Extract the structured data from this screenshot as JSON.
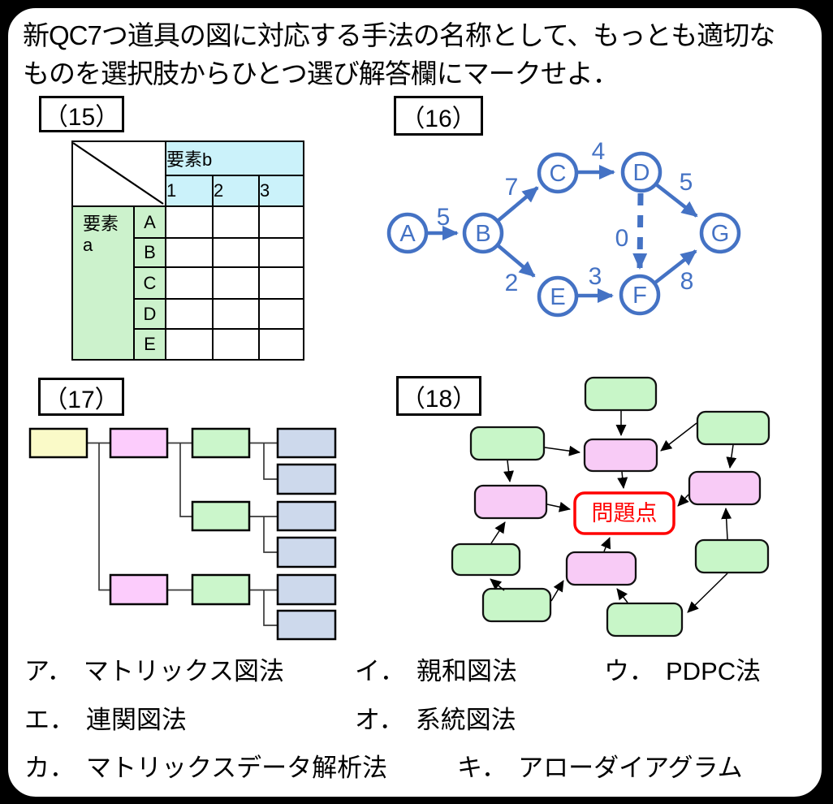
{
  "colors": {
    "page_background": "#000000",
    "sheet_background": "#FFFFFF",
    "text": "#000000",
    "arrow_blue": "#4472C4",
    "matrix_header_cyan": "#CBF2FA",
    "matrix_side_green": "#CCF2CC",
    "tree_root_yellow": "#FAFAC8",
    "tree_branch_pink": "#FCCCFC",
    "tree_mid_green": "#CBF6CB",
    "tree_leaf_blue": "#CDD9EC",
    "relation_green": "#C8F6C8",
    "relation_pink": "#F8CBF6",
    "problem_red": "#FF0000"
  },
  "question": {
    "line1": "新QC7つ道具の図に対応する手法の名称として、もっとも適切な",
    "line2": "ものを選択肢からひとつ選び解答欄にマークせよ．"
  },
  "panels": {
    "p15": {
      "label": "（15）"
    },
    "p16": {
      "label": "（16）"
    },
    "p17": {
      "label": "（17）"
    },
    "p18": {
      "label": "（18）"
    }
  },
  "matrix15": {
    "col_group": "要素b",
    "cols": [
      "1",
      "2",
      "3"
    ],
    "row_group": "要素a",
    "rows": [
      "A",
      "B",
      "C",
      "D",
      "E"
    ]
  },
  "arrow16": {
    "nodes": [
      {
        "label": "A"
      },
      {
        "label": "B"
      },
      {
        "label": "C"
      },
      {
        "label": "D"
      },
      {
        "label": "E"
      },
      {
        "label": "F"
      },
      {
        "label": "G"
      }
    ],
    "edges": [
      {
        "from": "A",
        "to": "B",
        "weight": "5",
        "style": "solid"
      },
      {
        "from": "B",
        "to": "C",
        "weight": "7",
        "style": "solid"
      },
      {
        "from": "C",
        "to": "D",
        "weight": "4",
        "style": "solid"
      },
      {
        "from": "D",
        "to": "G",
        "weight": "5",
        "style": "solid"
      },
      {
        "from": "B",
        "to": "E",
        "weight": "2",
        "style": "solid"
      },
      {
        "from": "E",
        "to": "F",
        "weight": "3",
        "style": "solid"
      },
      {
        "from": "D",
        "to": "F",
        "weight": "0",
        "style": "dashed"
      },
      {
        "from": "F",
        "to": "G",
        "weight": "8",
        "style": "solid"
      }
    ]
  },
  "relations18": {
    "center_label": "問題点"
  },
  "options": [
    {
      "label": "ア．",
      "name": "マトリックス図法"
    },
    {
      "label": "イ．",
      "name": "親和図法"
    },
    {
      "label": "ウ．",
      "name": "PDPC法"
    },
    {
      "label": "エ．",
      "name": "連関図法"
    },
    {
      "label": "オ．",
      "name": "系統図法"
    },
    {
      "label": "カ．",
      "name": "マトリックスデータ解析法"
    },
    {
      "label": "キ．",
      "name": "アローダイアグラム"
    }
  ]
}
